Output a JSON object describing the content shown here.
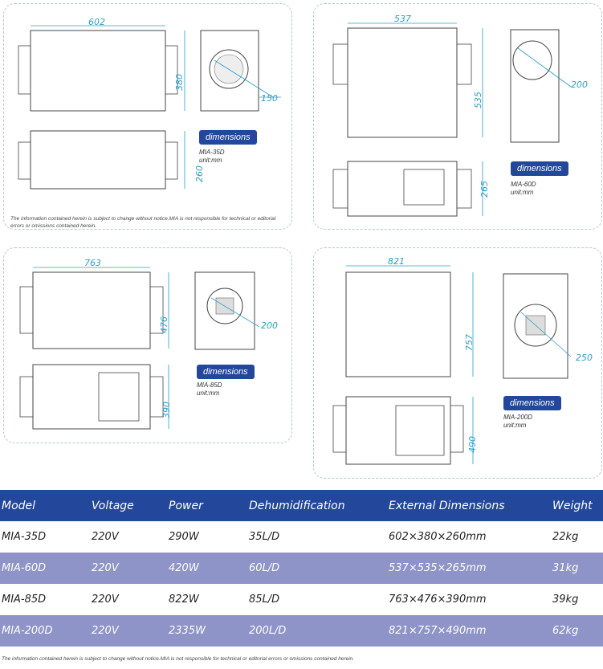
{
  "panels": [
    {
      "model_label": "MIA-35D",
      "unit": "unit:mm",
      "badge": "dimensions",
      "dims": {
        "width": "602",
        "height": "380",
        "depth": "260",
        "fan": "150"
      }
    },
    {
      "model_label": "MIA-60D",
      "unit": "unit:mm",
      "badge": "dimensions",
      "dims": {
        "width": "537",
        "height": "535",
        "depth": "265",
        "fan": "200"
      }
    },
    {
      "model_label": "MIA-85D",
      "unit": "unit:mm",
      "badge": "dimensions",
      "dims": {
        "width": "763",
        "height": "476",
        "depth": "390",
        "fan": "200"
      }
    },
    {
      "model_label": "MIA-200D",
      "unit": "unit:mm",
      "badge": "dimensions",
      "dims": {
        "width": "821",
        "height": "757",
        "depth": "490",
        "fan": "250"
      }
    }
  ],
  "panel_note": "The information contained herein is subject to change without notice.MIA is not responsible for technical or editorial errors or omissions contained herein.",
  "table": {
    "headers": [
      "Model",
      "Voltage",
      "Power",
      "Dehumidification",
      "External Dimensions",
      "Weight"
    ],
    "rows": [
      [
        "MIA-35D",
        "220V",
        "290W",
        "35L/D",
        "602×380×260mm",
        "22kg"
      ],
      [
        "MIA-60D",
        "220V",
        "420W",
        "60L/D",
        "537×535×265mm",
        "31kg"
      ],
      [
        "MIA-85D",
        "220V",
        "822W",
        "85L/D",
        "763×476×390mm",
        "39kg"
      ],
      [
        "MIA-200D",
        "220V",
        "2335W",
        "200L/D",
        "821×757×490mm",
        "62kg"
      ]
    ]
  },
  "footer_note": "The information contained herein is subject to change without notice.MIA is not responsible for technical or editorial errors or omissions contained herein.",
  "colors": {
    "accent": "#23479a",
    "row_alt": "#8e93c8",
    "dimension": "#2a9fc8"
  }
}
